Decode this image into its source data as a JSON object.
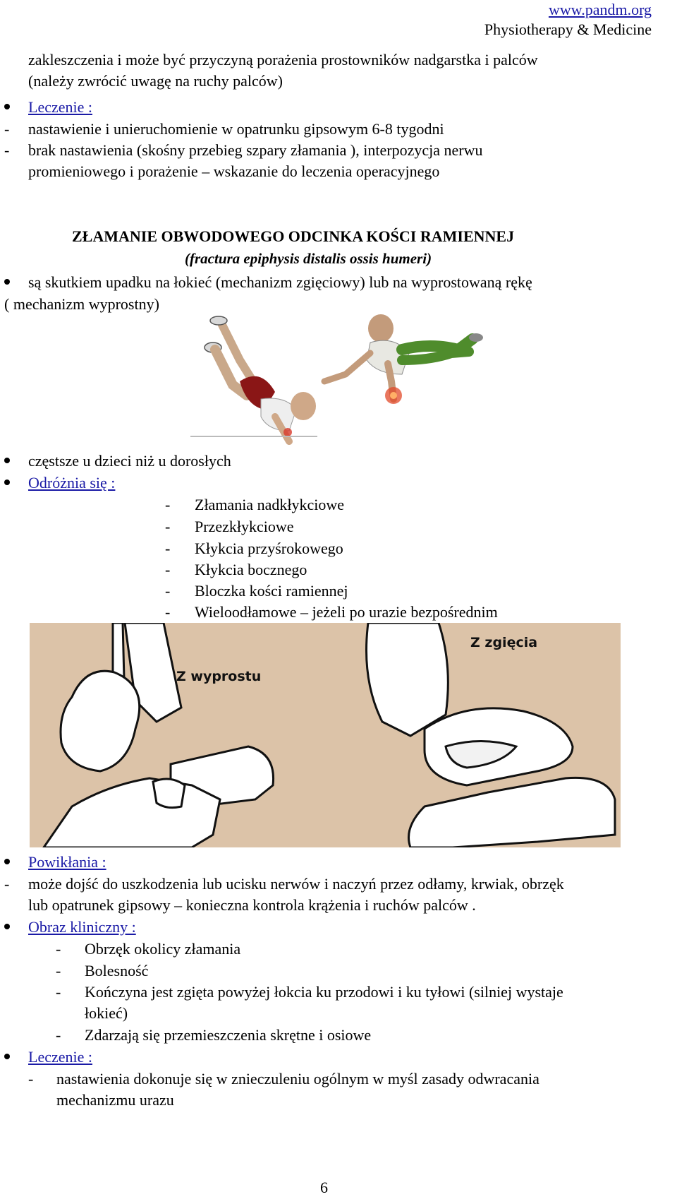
{
  "header": {
    "url": "www.pandm.org",
    "site": "Physiotherapy & Medicine"
  },
  "intro": {
    "line1": "zakleszczenia i może być przyczyną porażenia prostowników nadgarstka i palców",
    "line2": "(należy zwrócić uwagę na ruchy palców)"
  },
  "treatment1": {
    "label": "Leczenie :",
    "item1": "nastawienie i unieruchomienie w opatrunku gipsowym 6-8 tygodni",
    "item2a": "brak nastawienia (skośny przebieg szpary złamania ), interpozycja nerwu",
    "item2b": "promieniowego i porażenie – wskazanie do leczenia operacyjnego"
  },
  "section": {
    "title": "ZŁAMANIE OBWODOWEGO ODCINKA KOŚCI RAMIENNEJ",
    "subtitle_open": "(",
    "subtitle_italic": "fractura epiphysis distalis ossis humeri",
    "subtitle_close": ")"
  },
  "cause": {
    "line1": "są skutkiem upadku na łokieć (mechanizm zgięciowy) lub na wyprostowaną rękę",
    "line2": "( mechanizm wyprostny)"
  },
  "frequency": "częstsze u dzieci niż u dorosłych",
  "types": {
    "label": "Odróżnia się :",
    "items": [
      "Złamania nadkłykciowe",
      "Przezkłykciowe",
      "Kłykcia przyśrokowego",
      "Kłykcia bocznego",
      "Bloczka kości ramiennej",
      "Wieloodłamowe – jeżeli po urazie bezpośrednim"
    ]
  },
  "figure": {
    "label_extension": "Z wyprostu",
    "label_flexion": "Z zgięcia",
    "background_color": "#dcc3a8"
  },
  "complications": {
    "label": "Powikłania :",
    "line1": "może dojść do uszkodzenia lub ucisku nerwów i naczyń przez odłamy, krwiak, obrzęk",
    "line2": "lub opatrunek gipsowy – konieczna kontrola krążenia i ruchów palców ."
  },
  "clinical": {
    "label": "Obraz kliniczny :",
    "item1": "Obrzęk okolicy złamania",
    "item2": "Bolesność",
    "item3a": "Kończyna jest zgięta powyżej łokcia ku przodowi i ku tyłowi (silniej wystaje",
    "item3b": "łokieć)",
    "item4": "Zdarzają się przemieszczenia skrętne i osiowe"
  },
  "treatment2": {
    "label": "Leczenie :",
    "line1": "nastawienia dokonuje się w znieczuleniu ogólnym w myśl zasady odwracania",
    "line2": "mechanizmu urazu"
  },
  "page_number": "6"
}
